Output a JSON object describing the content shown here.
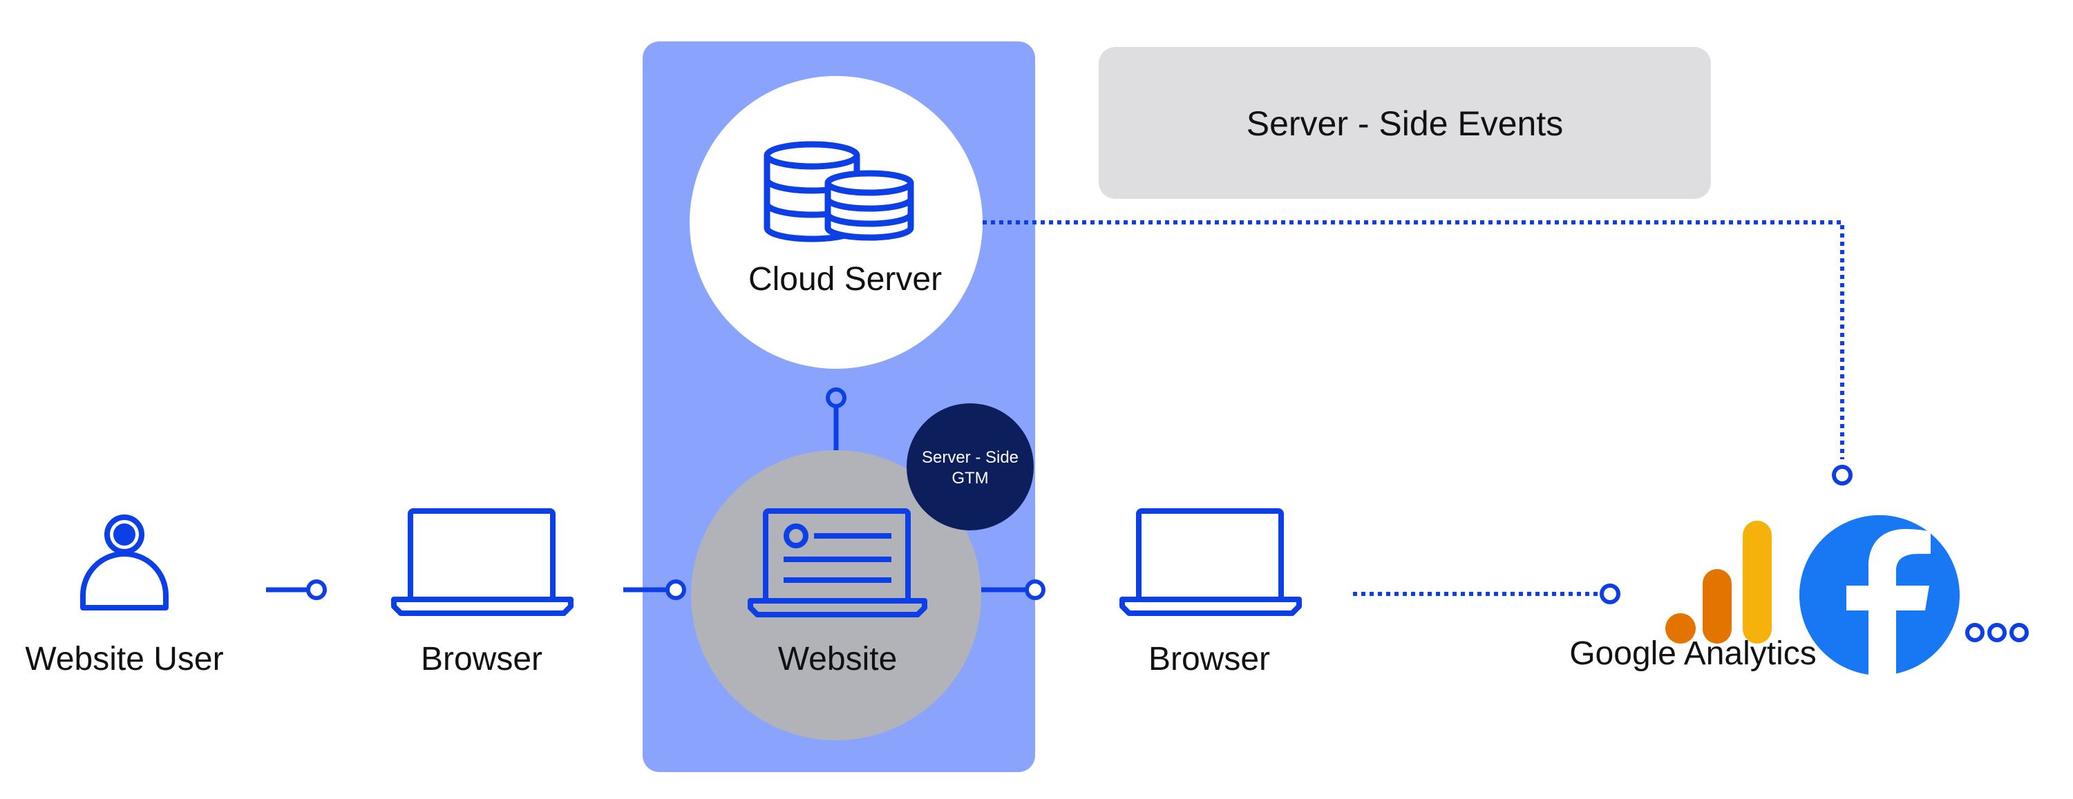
{
  "banner": {
    "label": "Server - Side Events"
  },
  "nodes": {
    "website_user": "Website User",
    "browser_left": "Browser",
    "website": "Website",
    "cloud_server": "Cloud Server",
    "browser_right": "Browser",
    "google_analytics": "Google Analytics"
  },
  "badge": {
    "line1": "Server - Side",
    "line2": "GTM"
  },
  "icons": {
    "user": "user-icon",
    "laptop": "laptop-icon",
    "database": "database-icon",
    "website": "website-window-icon",
    "analytics": "google-analytics-icon",
    "facebook": "facebook-icon",
    "more": "more-dots-icon"
  },
  "colors": {
    "primary_blue": "#0d3fe6",
    "panel_blue": "#8aa4fd",
    "banner_gray": "#dedee0",
    "website_gray": "#b1b3b8",
    "badge_navy": "#0c1e5b",
    "facebook_blue": "#1877f2",
    "ga_light": "#f6b20a",
    "ga_dark": "#e37400"
  }
}
